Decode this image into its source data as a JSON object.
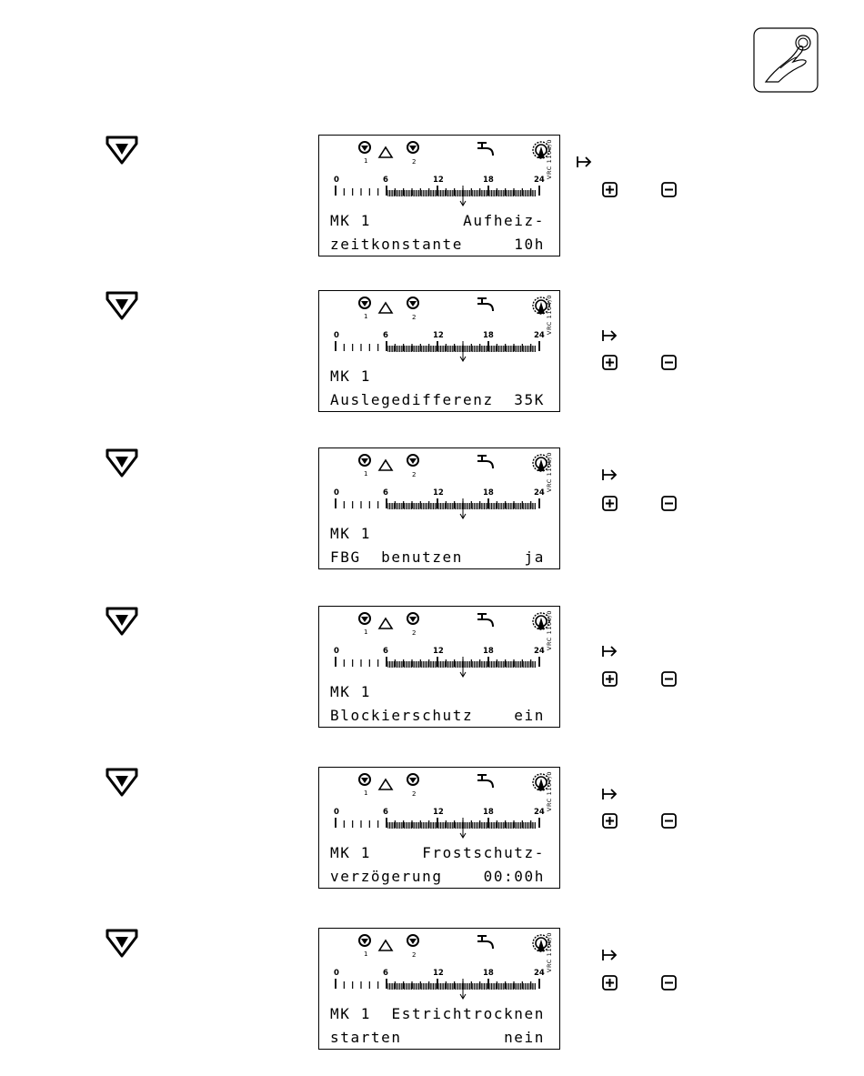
{
  "screens": [
    {
      "code": "VRC 1103/0",
      "line1_left": "MK 1",
      "line1_right": "Aufheiz-",
      "line2_left": "zeitkonstante",
      "line2_right": "10h"
    },
    {
      "code": "VRC 1104/0",
      "line1_left": "MK 1",
      "line1_right": "",
      "line2_left": "Auslegedifferenz",
      "line2_right": "35K"
    },
    {
      "code": "VRC 1105/0",
      "line1_left": "MK 1",
      "line1_right": "",
      "line2_left": "FBG  benutzen",
      "line2_right": "ja"
    },
    {
      "code": "VRC 1106/0",
      "line1_left": "MK 1",
      "line1_right": "",
      "line2_left": "Blockierschutz",
      "line2_right": "ein"
    },
    {
      "code": "VRC 1107/0",
      "line1_left": "MK 1",
      "line1_right": "Frostschutz-",
      "line2_left": "verzögerung",
      "line2_right": "00:00h"
    },
    {
      "code": "VRC 1108/0",
      "line1_left": "MK 1",
      "line1_right": "Estrichtrocknen",
      "line2_left": "starten",
      "line2_right": "nein"
    }
  ],
  "scale": {
    "labels": [
      "0",
      "6",
      "12",
      "18",
      "24"
    ]
  },
  "pump_labels": [
    "1",
    "2"
  ],
  "icons": {
    "page_icon": "hand-press-knob-icon",
    "nav": "down-arrow-shield-icon",
    "enter": "arrow-right-icon",
    "plus": "plus-key-icon",
    "minus": "minus-key-icon"
  }
}
